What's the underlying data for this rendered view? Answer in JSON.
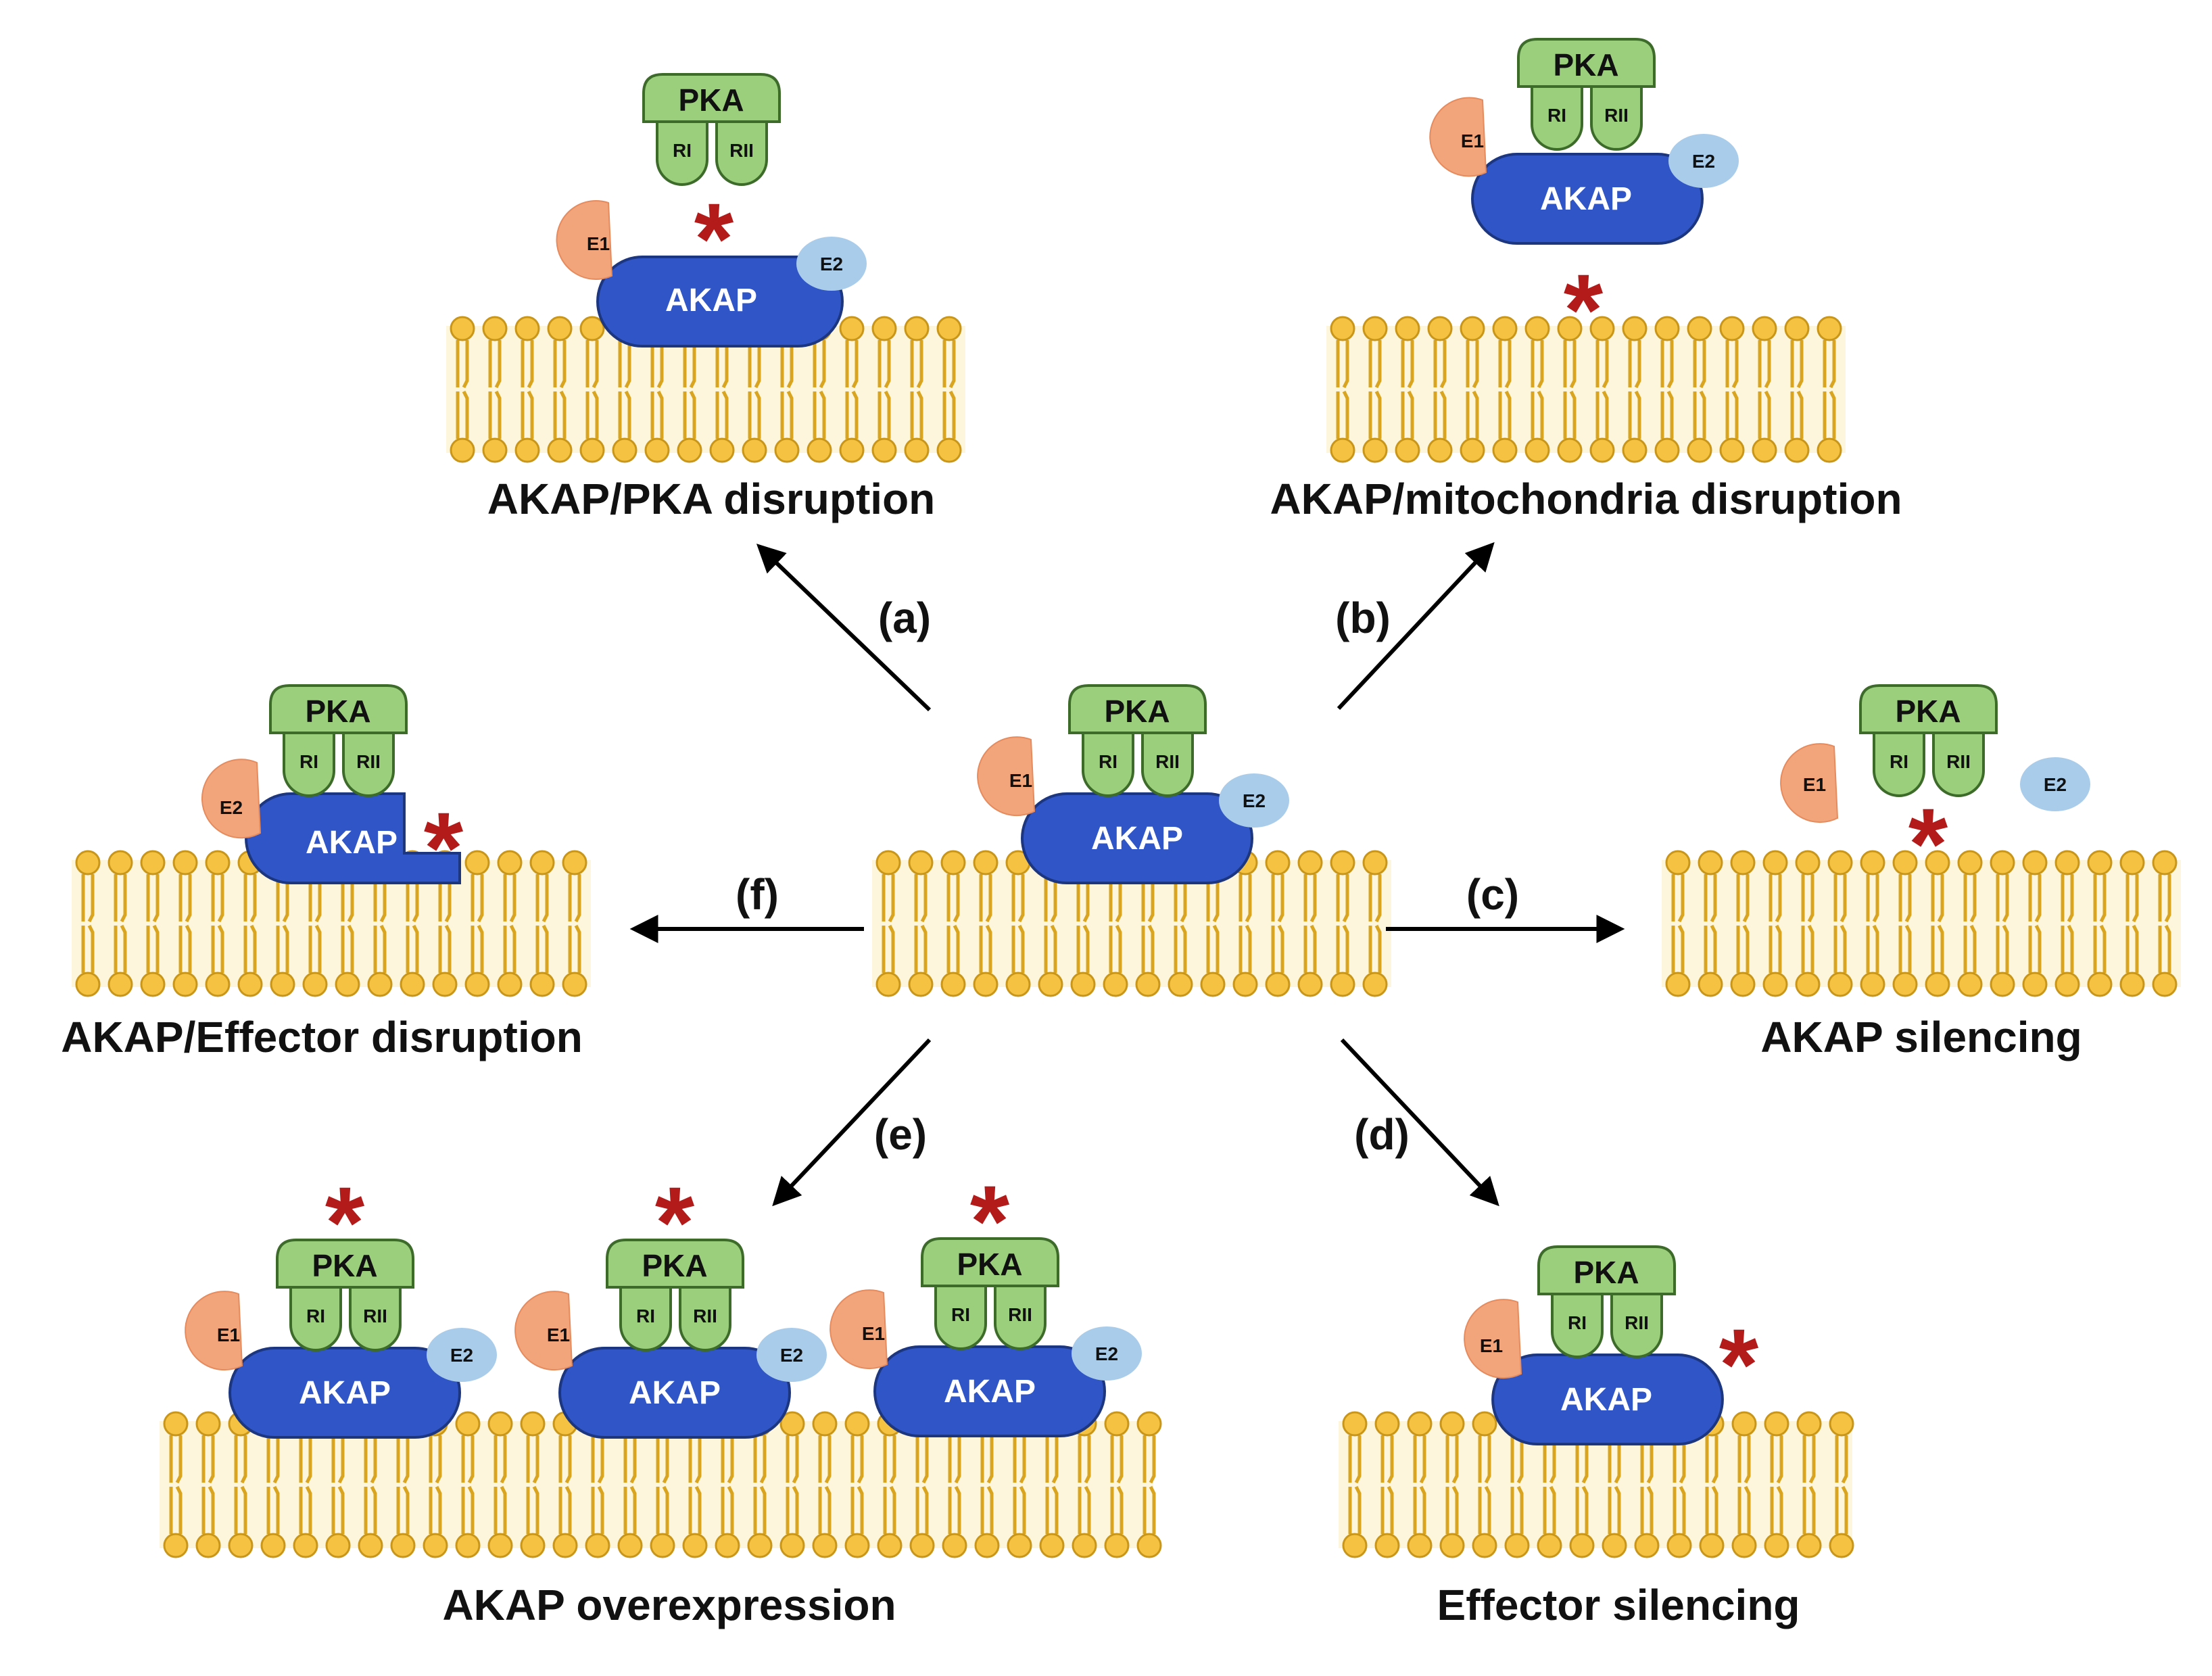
{
  "colors": {
    "membrane_head": "#F5C242",
    "membrane_outline": "#C9961A",
    "membrane_tail": "#D9A520",
    "membrane_bg": "#FDF6DC",
    "akap": "#2F55C6",
    "akap_outline": "#1C3680",
    "pka": "#9BCF7C",
    "pka_outline": "#3D6B2A",
    "e1": "#F2A47A",
    "e2": "#A9CCEB",
    "star": "#B31B1B",
    "arrow": "#000000"
  },
  "labels": {
    "pka": "PKA",
    "ri": "RI",
    "rii": "RII",
    "akap": "AKAP",
    "e1": "E1",
    "e2": "E2",
    "star": "*"
  },
  "center": {
    "name": "AKAP-PKA complex at membrane"
  },
  "panels": {
    "a": {
      "step": "(a)",
      "title": "AKAP/PKA disruption"
    },
    "b": {
      "step": "(b)",
      "title": "AKAP/mitochondria disruption"
    },
    "c": {
      "step": "(c)",
      "title": "AKAP silencing"
    },
    "d": {
      "step": "(d)",
      "title": "Effector silencing"
    },
    "e": {
      "step": "(e)",
      "title": "AKAP overexpression"
    },
    "f": {
      "step": "(f)",
      "title": "AKAP/Effector disruption"
    }
  }
}
